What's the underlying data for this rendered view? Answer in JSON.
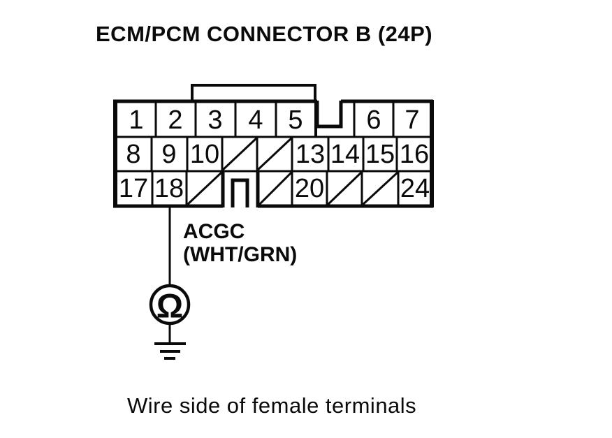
{
  "title": "ECM/PCM CONNECTOR B (24P)",
  "caption": "Wire side of female terminals",
  "connector": {
    "rows": [
      {
        "pins": [
          "1",
          "2",
          "3",
          "4",
          "5",
          "6",
          "7"
        ]
      },
      {
        "pins": [
          "8",
          "9",
          "10",
          "13",
          "14",
          "15",
          "16"
        ]
      },
      {
        "pins": [
          "17",
          "18",
          "20",
          "24"
        ]
      }
    ]
  },
  "wire": {
    "signal": "ACGC",
    "color": "(WHT/GRN)"
  },
  "meter": {
    "symbol": "Ω"
  },
  "colors": {
    "line": "#0a0a0a",
    "background": "#ffffff"
  }
}
